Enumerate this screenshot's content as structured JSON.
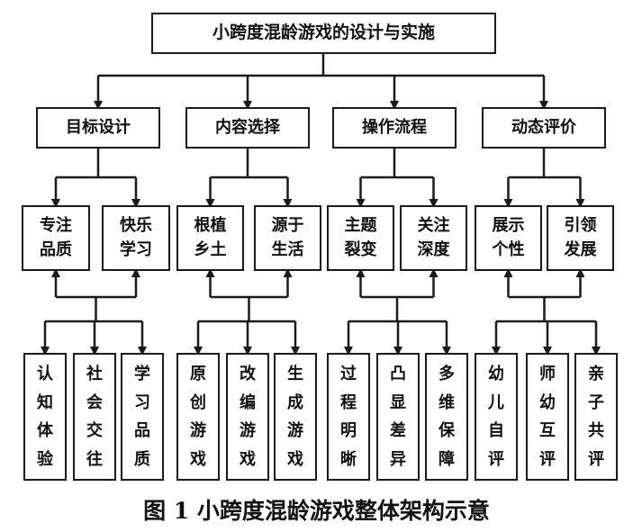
{
  "root": "小跨度混龄游戏的设计与实施",
  "branches": [
    {
      "label": "目标设计",
      "children": [
        "专注品质",
        "快乐学习"
      ],
      "leaves": [
        "认知体验",
        "社会交往",
        "学习品质"
      ]
    },
    {
      "label": "内容选择",
      "children": [
        "根植乡土",
        "源于生活"
      ],
      "leaves": [
        "原创游戏",
        "改编游戏",
        "生成游戏"
      ]
    },
    {
      "label": "操作流程",
      "children": [
        "主题裂变",
        "关注深度"
      ],
      "leaves": [
        "过程明晰",
        "凸显差异",
        "多维保障"
      ]
    },
    {
      "label": "动态评价",
      "children": [
        "展示个性",
        "引领发展"
      ],
      "leaves": [
        "幼儿自评",
        "师幼互评",
        "亲子共评"
      ]
    }
  ],
  "caption": "图 1  小跨度混龄游戏整体架构示意"
}
